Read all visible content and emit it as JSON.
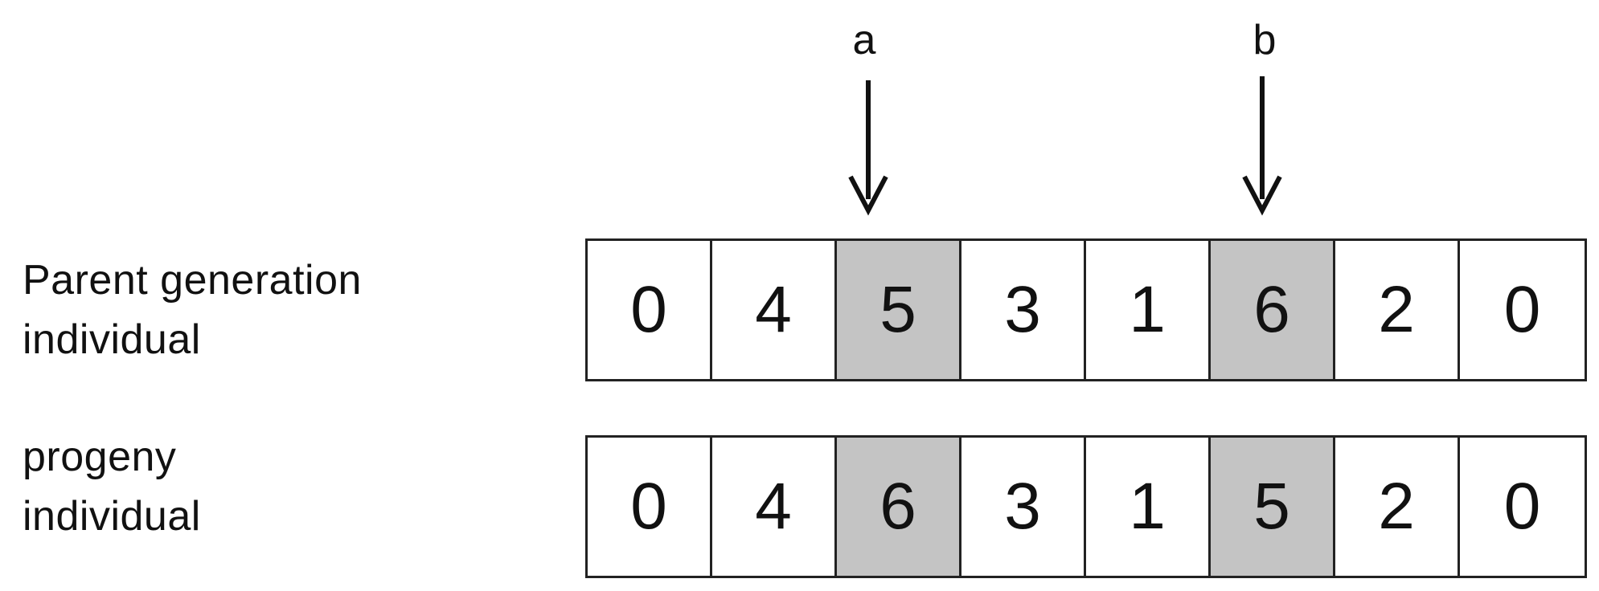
{
  "markers": [
    {
      "label": "a",
      "gene_index": 2
    },
    {
      "label": "b",
      "gene_index": 5
    }
  ],
  "rows": [
    {
      "label_lines": [
        "Parent generation",
        "individual"
      ],
      "genes": [
        "0",
        "4",
        "5",
        "3",
        "1",
        "6",
        "2",
        "0"
      ],
      "highlighted": [
        2,
        5
      ]
    },
    {
      "label_lines": [
        "progeny",
        "individual"
      ],
      "genes": [
        "0",
        "4",
        "6",
        "3",
        "1",
        "5",
        "2",
        "0"
      ],
      "highlighted": [
        2,
        5
      ]
    }
  ],
  "colors": {
    "highlight": "#c4c4c4",
    "border": "#222222",
    "background": "#ffffff"
  }
}
